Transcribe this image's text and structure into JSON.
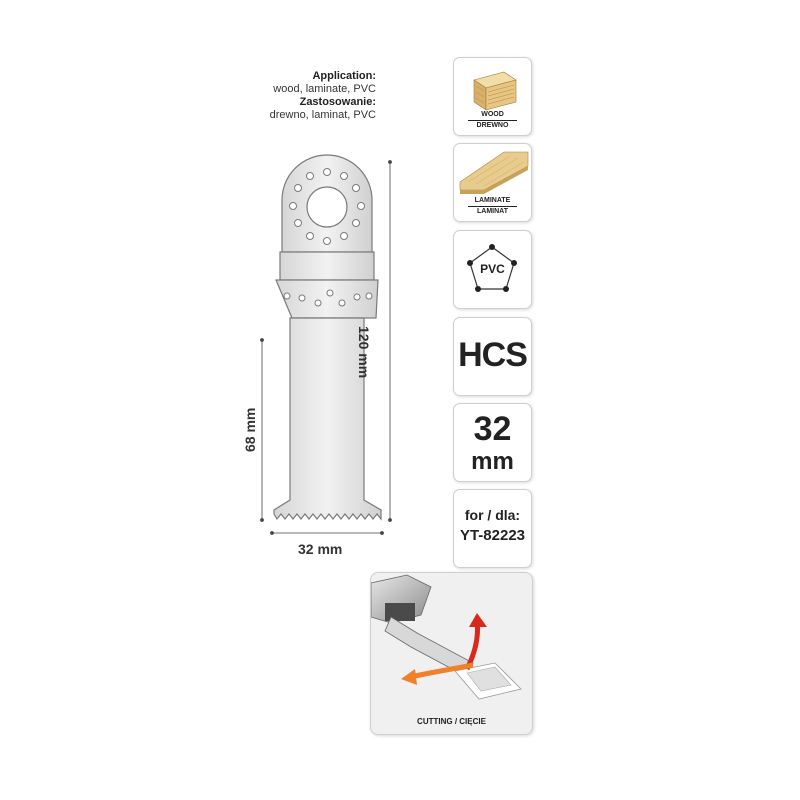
{
  "application": {
    "label_en": "Application:",
    "value_en": "wood, laminate, PVC",
    "label_pl": "Zastosowanie:",
    "value_pl": "drewno, laminat, PVC"
  },
  "dimensions": {
    "length": "120 mm",
    "shank_length": "68 mm",
    "width": "32 mm"
  },
  "materials": {
    "wood_en": "WOOD",
    "wood_pl": "DREWNO",
    "laminate_en": "LAMINATE",
    "laminate_pl": "LAMINAT",
    "pvc": "PVC"
  },
  "specs": {
    "steel": "HCS",
    "width_number": "32",
    "width_unit": "mm",
    "compat_label": "for / dla:",
    "compat_model": "YT-82223"
  },
  "cutting": {
    "label": "CUTTING / CIĘCIE"
  },
  "colors": {
    "blade_fill": "#e4e4e4",
    "wood": "#e2c48a",
    "arrow_red": "#d9281e",
    "arrow_orange": "#f0802a"
  }
}
